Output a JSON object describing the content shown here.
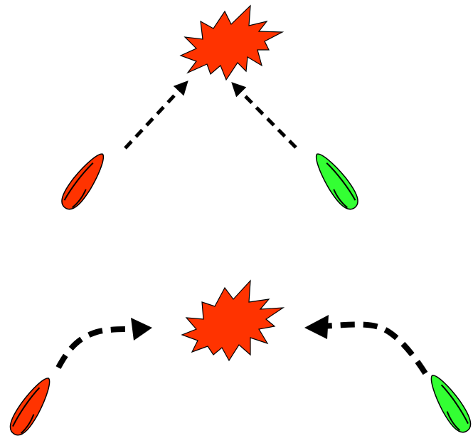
{
  "colors": {
    "background": "#ffffff",
    "explosion": "#ff3300",
    "red_vehicle": "#ff3300",
    "green_vehicle": "#33ff33",
    "outline": "#000000",
    "arrow": "#000000"
  },
  "scenes": [
    {
      "name": "straight-approach",
      "path_style": "straight-dashed",
      "icons": [
        "explosion-icon",
        "red-vehicle-icon",
        "green-vehicle-icon"
      ]
    },
    {
      "name": "curved-approach",
      "path_style": "curved-dashed",
      "icons": [
        "explosion-icon",
        "red-vehicle-icon",
        "green-vehicle-icon"
      ]
    }
  ]
}
